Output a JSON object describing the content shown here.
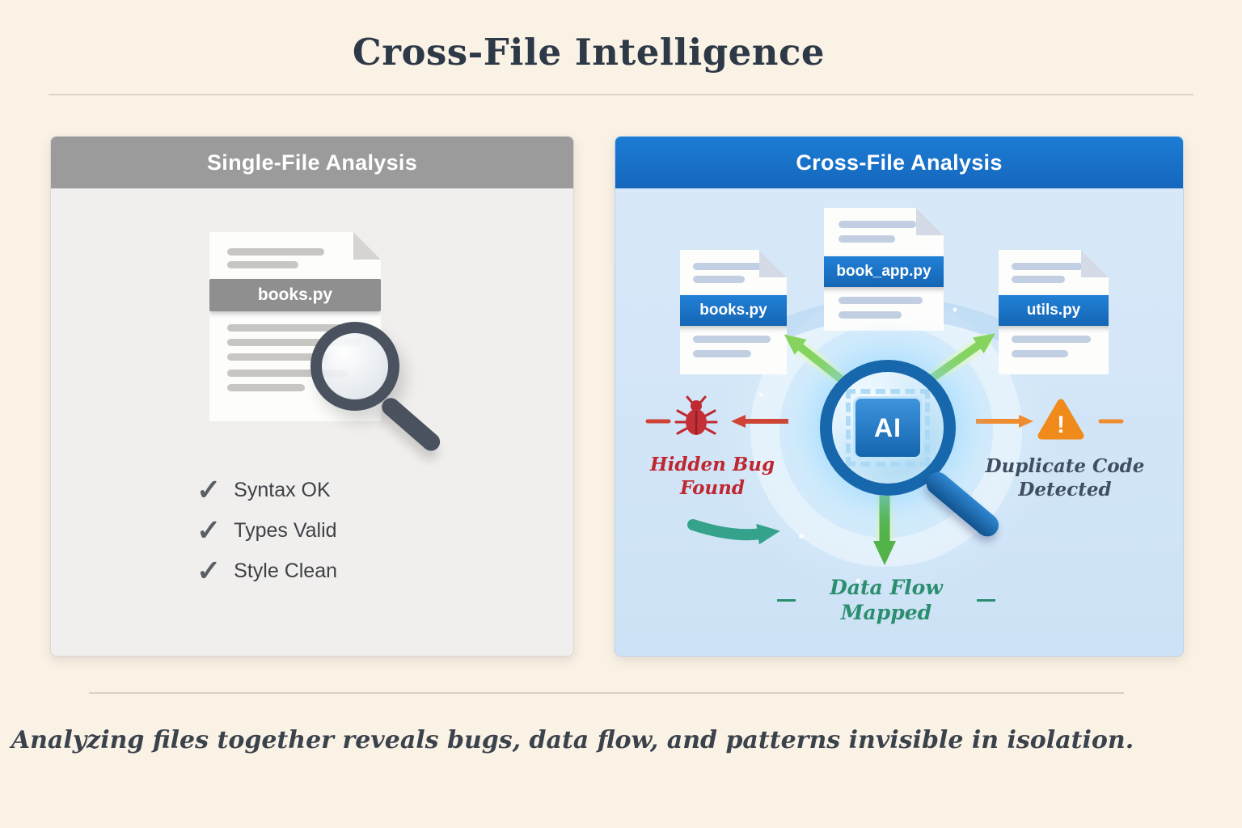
{
  "title": "Cross-File Intelligence",
  "caption": "Analyzing files together reveals bugs, data flow, and patterns invisible in isolation.",
  "icons": {
    "check": "✓",
    "warning_glyph": "!"
  },
  "left_panel": {
    "header": "Single-File Analysis",
    "document": {
      "file_label": "books.py"
    },
    "checks": [
      "Syntax OK",
      "Types Valid",
      "Style Clean"
    ]
  },
  "right_panel": {
    "header": "Cross-File Analysis",
    "documents": [
      "books.py",
      "book_app.py",
      "utils.py"
    ],
    "ai_chip": "AI",
    "annotations": {
      "bug": "Hidden Bug Found",
      "duplicate": "Duplicate Code Detected",
      "data_flow": "Data Flow Mapped"
    }
  },
  "colors": {
    "background": "#fbf2e6",
    "title": "#2d3947",
    "left_header_bg": "#9b9b9b",
    "right_header_bg": "#1673ca",
    "file_band_gray": "#8f8f8f",
    "file_band_blue": "#1b74cb",
    "bug_red": "#bf2730",
    "warning_orange": "#ef8a1b",
    "duplicate_text": "#3f4e63",
    "data_flow_green": "#2b8e6f",
    "arrow_green": "#86d45e"
  }
}
